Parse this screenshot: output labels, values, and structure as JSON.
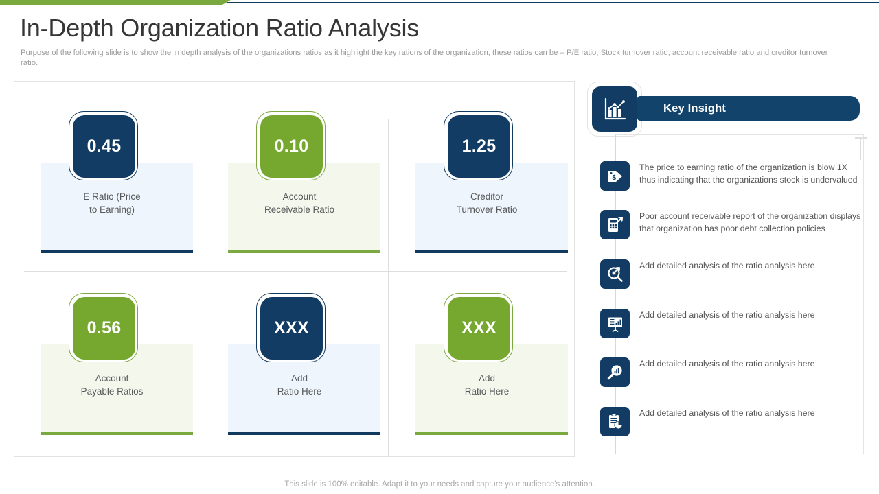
{
  "header": {
    "title": "In-Depth Organization Ratio Analysis",
    "subtitle": "Purpose of the following slide is to show the in depth analysis of the organizations ratios as it highlight the key rations of the organization, these ratios can be – P/E ratio, Stock turnover  ratio, account receivable  ratio and creditor turnover  ratio."
  },
  "colors": {
    "navy": "#123c63",
    "green": "#76a830",
    "navy_panel": "#eef5fc",
    "green_panel": "#f4f8ec",
    "accent_green_bar": "#7ba83f",
    "text_gray": "#58595b"
  },
  "ratios": [
    {
      "value": "0.45",
      "label": "E Ratio (Price\nto Earning)",
      "label_line1": "E Ratio (Price",
      "label_line2": "to Earning)",
      "theme": "navy"
    },
    {
      "value": "0.10",
      "label": "Account\nReceivable Ratio",
      "label_line1": "Account",
      "label_line2": "Receivable Ratio",
      "theme": "green"
    },
    {
      "value": "1.25",
      "label": "Creditor\nTurnover  Ratio",
      "label_line1": "Creditor",
      "label_line2": "Turnover  Ratio",
      "theme": "navy"
    },
    {
      "value": "0.56",
      "label": "Account\nPayable Ratios",
      "label_line1": "Account",
      "label_line2": "Payable Ratios",
      "theme": "green"
    },
    {
      "value": "XXX",
      "label": "Add\nRatio Here",
      "label_line1": "Add",
      "label_line2": "Ratio Here",
      "theme": "navy"
    },
    {
      "value": "XXX",
      "label": "Add\nRatio Here",
      "label_line1": "Add",
      "label_line2": "Ratio Here",
      "theme": "green"
    }
  ],
  "key_insight": {
    "title": "Key Insight",
    "header_icon": "bar-chart-trend-icon",
    "items": [
      {
        "icon": "price-tag-icon",
        "text": "The price to earning ratio of the organization is blow 1X thus indicating that the organizations stock is  undervalued"
      },
      {
        "icon": "calculator-icon",
        "text": "Poor account receivable report of the organization displays that organization has poor debt collection policies"
      },
      {
        "icon": "target-search-icon",
        "text": "Add detailed  analysis of the ratio analysis here"
      },
      {
        "icon": "presentation-icon",
        "text": "Add detailed  analysis of the ratio analysis here"
      },
      {
        "icon": "magnifier-chart-icon",
        "text": "Add detailed  analysis of the ratio analysis here"
      },
      {
        "icon": "clipboard-pie-icon",
        "text": "Add detailed  analysis of the ratio analysis here"
      }
    ]
  },
  "footer": {
    "note": "This slide is 100% editable. Adapt it to your needs and capture your audience's attention."
  }
}
